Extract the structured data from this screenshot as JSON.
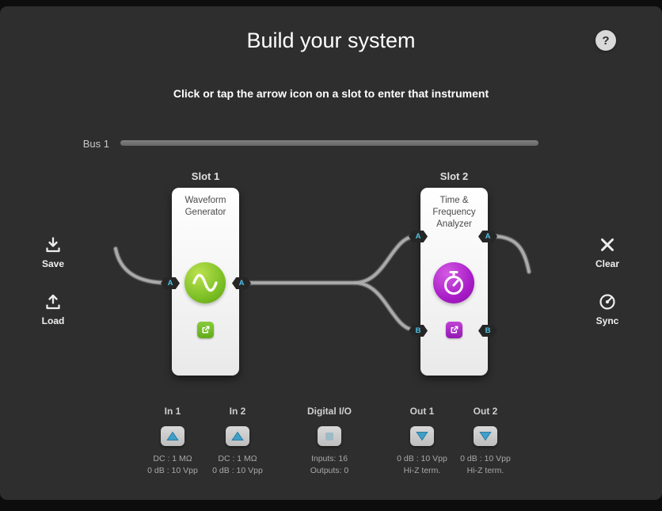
{
  "header": {
    "title": "Build your system",
    "subtitle": "Click or tap the arrow icon on a slot to enter that instrument",
    "help": "?"
  },
  "bus": {
    "label": "Bus 1"
  },
  "actions": {
    "save": "Save",
    "load": "Load",
    "clear": "Clear",
    "sync": "Sync"
  },
  "slots": [
    {
      "label": "Slot 1",
      "instrument": "Waveform Generator",
      "color": "#7bbf24"
    },
    {
      "label": "Slot 2",
      "instrument": "Time & Frequency Analyzer",
      "color": "#a81cc6"
    }
  ],
  "ports": [
    {
      "letter": "A"
    },
    {
      "letter": "A"
    },
    {
      "letter": "A"
    },
    {
      "letter": "B"
    },
    {
      "letter": "A"
    },
    {
      "letter": "B"
    }
  ],
  "io": [
    {
      "label": "In 1",
      "type": "analog-input",
      "lines": [
        "DC : 1 MΩ",
        "0 dB : 10 Vpp"
      ]
    },
    {
      "label": "In 2",
      "type": "analog-input",
      "lines": [
        "DC : 1 MΩ",
        "0 dB : 10 Vpp"
      ]
    },
    {
      "label": "Digital I/O",
      "type": "digital",
      "lines": [
        "Inputs: 16",
        "Outputs: 0"
      ]
    },
    {
      "label": "Out 1",
      "type": "analog-output",
      "lines": [
        "0 dB : 10 Vpp",
        "Hi-Z term."
      ]
    },
    {
      "label": "Out 2",
      "type": "analog-output",
      "lines": [
        "0 dB : 10 Vpp",
        "Hi-Z term."
      ]
    }
  ],
  "colors": {
    "background": "#2e2e2e",
    "frame": "#0d0d0d",
    "wire_light": "#aaaaaa",
    "wire_dark": "#5c5c5c",
    "port_letter": "#4fc3e4",
    "waveform_green": "#7bbf24",
    "analyzer_purple": "#a81cc6",
    "io_triangle_blue": "#3f9fc7"
  }
}
